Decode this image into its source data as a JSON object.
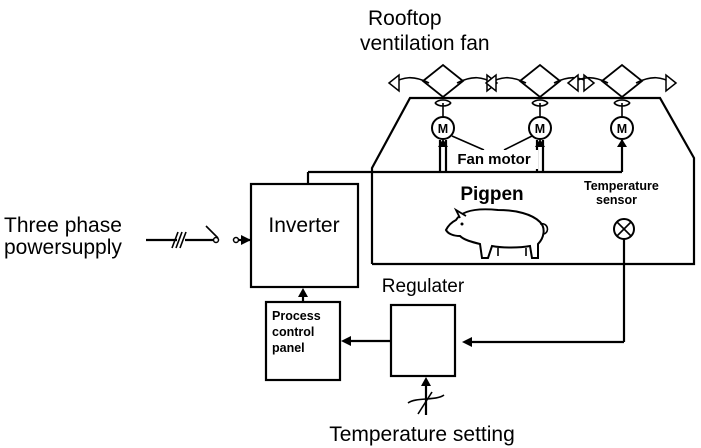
{
  "labels": {
    "fan_title_line1": "Rooftop",
    "fan_title_line2": "ventilation fan",
    "fan_motor": "Fan motor",
    "motor_symbol": "M",
    "pigpen": "Pigpen",
    "temp_sensor_line1": "Temperature",
    "temp_sensor_line2": "sensor",
    "power_line1": "Three phase",
    "power_line2": "powersupply",
    "inverter": "Inverter",
    "regulater": "Regulater",
    "panel_line1": "Process",
    "panel_line2": "control",
    "panel_line3": "panel",
    "temperature_setting": "Temperature setting"
  },
  "colors": {
    "stroke": "#000000",
    "background": "#ffffff"
  },
  "icons": [
    "fan-icon",
    "motor-icon",
    "pig-icon",
    "sensor-icon",
    "switch-icon",
    "setpoint-knob-icon"
  ]
}
